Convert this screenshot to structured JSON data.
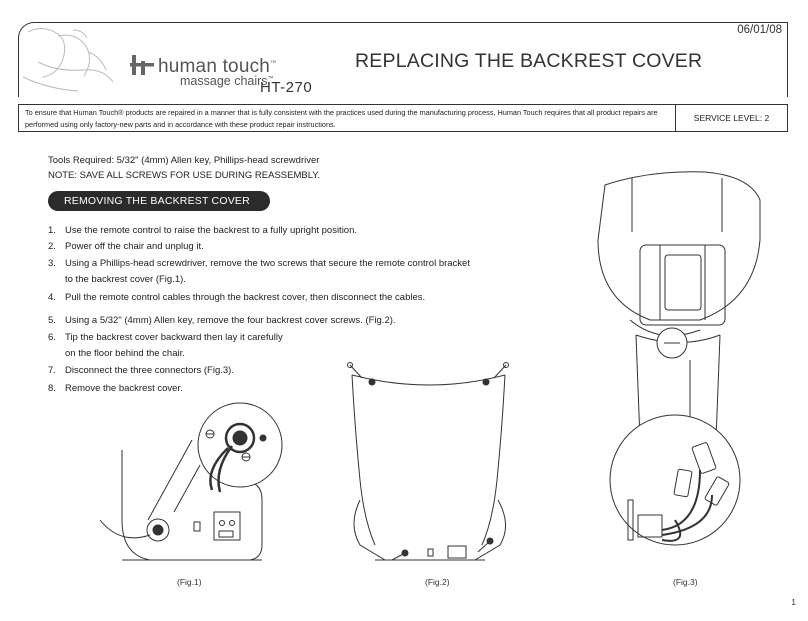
{
  "header": {
    "brand_name": "human touch",
    "brand_sub": "massage chairs",
    "brand_tm": "™",
    "model": "HT-270",
    "date": "06/01/08",
    "title": "REPLACING THE BACKREST COVER"
  },
  "notice": {
    "text": "To  ensure that Human Touch® products are repaired in a manner that is fully consistent with the practices used during the manufacturing process, Human Touch requires that all product repairs are performed using only factory-new parts and in accordance with these product repair instructions.",
    "service_level": "SERVICE LEVEL: 2"
  },
  "tools_required": "Tools Required:  5/32\" (4mm) Allen key, Phillips-head screwdriver",
  "note": "NOTE: SAVE ALL SCREWS FOR USE DURING REASSEMBLY.",
  "section_title": "REMOVING THE BACKREST COVER",
  "steps": [
    {
      "num": "1.",
      "lines": [
        "Use the remote control to raise the backrest to a fully upright position."
      ]
    },
    {
      "num": "2.",
      "lines": [
        "Power off the chair and unplug it."
      ]
    },
    {
      "num": "3.",
      "lines": [
        "Using a Phillips-head screwdriver, remove the two screws that secure the remote control bracket",
        "to the backrest cover (Fig.1)."
      ]
    },
    {
      "num": "4.",
      "lines": [
        "Pull the remote control cables through the backrest cover, then disconnect the cables."
      ]
    },
    {
      "num": "5.",
      "lines": [
        "Using a 5/32\" (4mm) Allen key, remove the four backrest cover screws.  (Fig.2)."
      ]
    },
    {
      "num": "6.",
      "lines": [
        "Tip the backrest cover backward then lay it carefully",
        "on the floor behind the chair."
      ]
    },
    {
      "num": "7.",
      "lines": [
        "Disconnect the three connectors (Fig.3)."
      ]
    },
    {
      "num": "8.",
      "lines": [
        "Remove the backrest cover."
      ]
    }
  ],
  "figures": {
    "fig1": "(Fig.1)",
    "fig2": "(Fig.2)",
    "fig3": "(Fig.3)"
  },
  "page_number": "1"
}
